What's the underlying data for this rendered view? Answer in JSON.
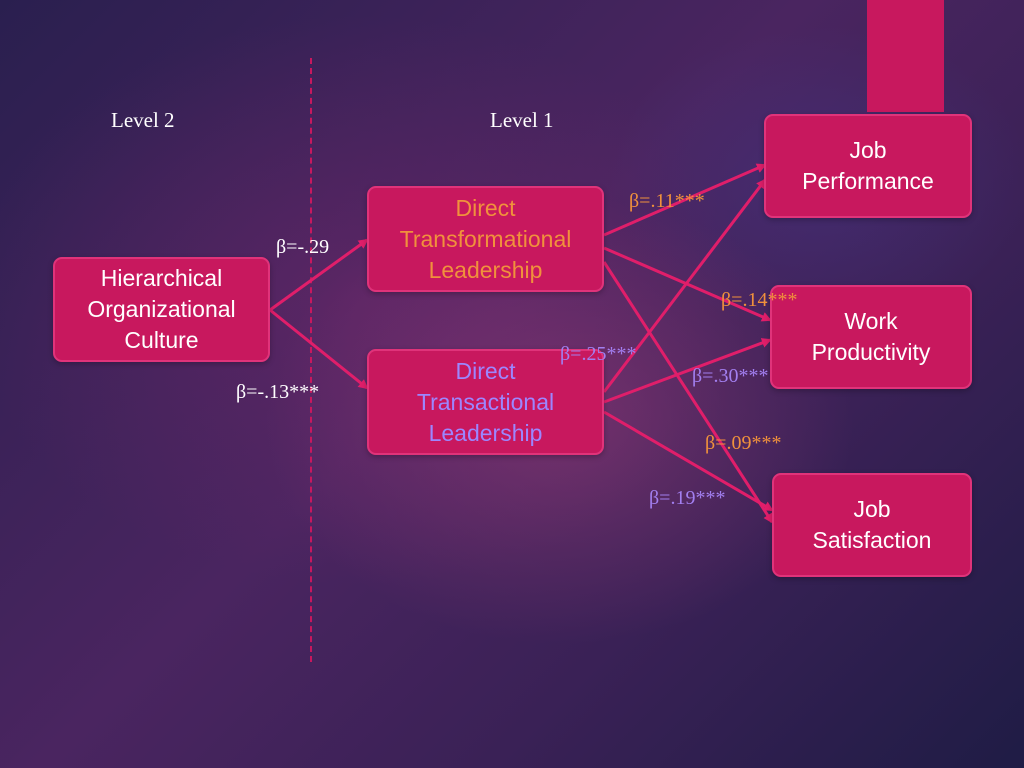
{
  "colors": {
    "node_fill": "#c8185e",
    "arrow": "#e01e6a",
    "text_white": "#ffffff",
    "text_orange": "#f0913c",
    "text_purple": "#a27ff0",
    "text_transactional": "#9c86ff"
  },
  "levels": {
    "level2": "Level 2",
    "level1": "Level 1"
  },
  "nodes": {
    "hierarchical_culture": "Hierarchical\nOrganizational\nCulture",
    "transformational": "Direct\nTransformational\nLeadership",
    "transactional": "Direct\nTransactional\nLeadership",
    "job_performance": "Job\nPerformance",
    "work_productivity": "Work\nProductivity",
    "job_satisfaction": "Job\nSatisfaction"
  },
  "paths": [
    {
      "from": "hierarchical_culture",
      "to": "transformational",
      "beta": "β=-.29",
      "color": "white"
    },
    {
      "from": "hierarchical_culture",
      "to": "transactional",
      "beta": "β=-.13***",
      "color": "white"
    },
    {
      "from": "transformational",
      "to": "job_performance",
      "beta": "β=.11***",
      "color": "orange"
    },
    {
      "from": "transformational",
      "to": "work_productivity",
      "beta": "β=.14***",
      "color": "orange"
    },
    {
      "from": "transformational",
      "to": "job_satisfaction",
      "beta": "β=.09***",
      "color": "orange"
    },
    {
      "from": "transactional",
      "to": "job_performance",
      "beta": "β=.25***",
      "color": "purple"
    },
    {
      "from": "transactional",
      "to": "work_productivity",
      "beta": "β=.30***",
      "color": "purple"
    },
    {
      "from": "transactional",
      "to": "job_satisfaction",
      "beta": "β=.19***",
      "color": "purple"
    }
  ]
}
